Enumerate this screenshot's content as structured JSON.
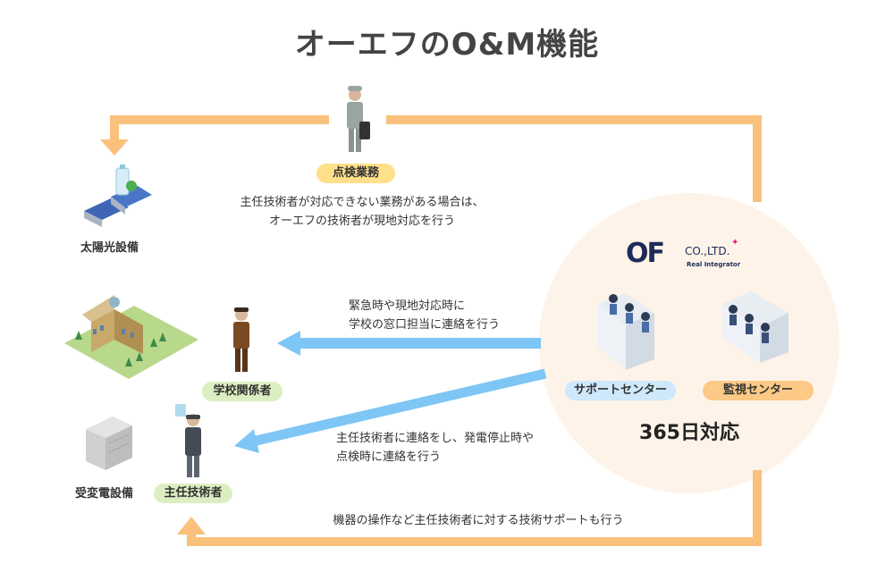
{
  "title": "オーエフのO&M機能",
  "colors": {
    "loop": "#f9c17c",
    "blue_arrow": "#7ec6f5",
    "circle_bg": "#fdf3e8",
    "pill_yellow": "#ffe08a",
    "pill_green": "#dcefc2",
    "pill_blue": "#cfe8fb",
    "pill_orange": "#fcc986"
  },
  "top": {
    "badge": "点検業務",
    "note_line1": "主任技術者が対応できない業務がある場合は、",
    "note_line2": "オーエフの技術者が現地対応を行う"
  },
  "left": {
    "solar_label": "太陽光設備",
    "school_person_badge": "学校関係者",
    "substation_label": "受変電設備",
    "engineer_badge": "主任技術者"
  },
  "middle": {
    "note1_line1": "緊急時や現地対応時に",
    "note1_line2": "学校の窓口担当に連絡を行う",
    "note2_line1": "主任技術者に連絡をし、発電停止時や",
    "note2_line2": "点検時に連絡を行う"
  },
  "bottom": {
    "note": "機器の操作など主任技術者に対する技術サポートも行う"
  },
  "center": {
    "logo_mark": "OF",
    "logo_co": "CO.,LTD.",
    "logo_sub": "Real Integrator",
    "support_badge": "サポートセンター",
    "monitor_badge": "監視センター",
    "availability": "365日対応"
  },
  "icons": {
    "solar": "solar-panel-battery-icon",
    "school": "school-building-icon",
    "substation": "substation-cabinet-icon",
    "inspector": "inspector-worker-icon",
    "school_staff": "school-staff-person-icon",
    "engineer": "chief-engineer-person-icon",
    "support_team": "support-center-staff-icon",
    "monitor_team": "monitoring-center-staff-icon",
    "recycle": "recycle-icon"
  }
}
